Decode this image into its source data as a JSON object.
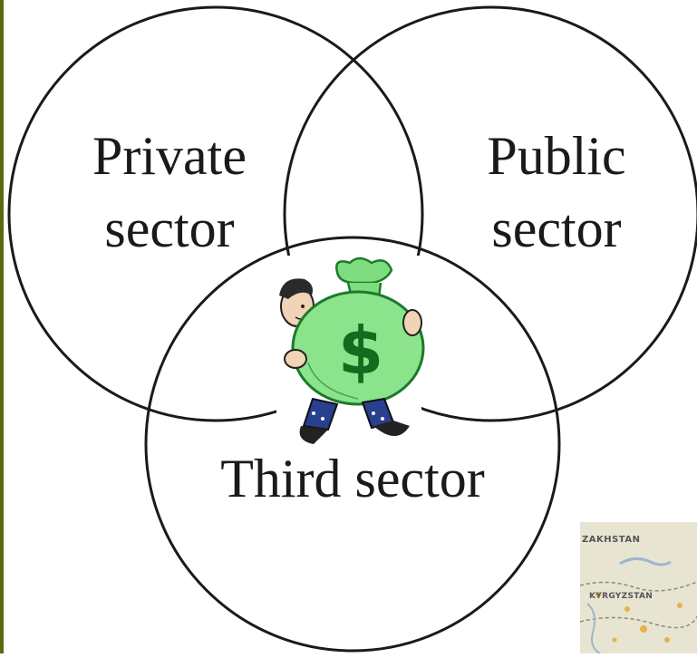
{
  "venn": {
    "sets": [
      {
        "id": "private",
        "label_line1": "Private",
        "label_line2": "sector"
      },
      {
        "id": "public",
        "label_line1": "Public",
        "label_line2": "sector"
      },
      {
        "id": "third",
        "label_line1": "Third sector"
      }
    ]
  },
  "illustration": {
    "subject": "man-carrying-money-bag",
    "symbol": "$",
    "colors": {
      "bag": "#7fdc7f",
      "bag_outline": "#1c7a2a",
      "pants": "#2a3f8f",
      "skin": "#f1d3b5"
    }
  },
  "map_thumbnail": {
    "labels": [
      "ZAKHSTAN",
      "KYRGYZSTAN"
    ],
    "colors": {
      "land": "#e8e4d2",
      "border": "#8a8a7a",
      "water": "#9bb7c9",
      "dots": "#e6b14a"
    }
  },
  "colors": {
    "circle_stroke": "#1a1a1a",
    "background": "#ffffff",
    "left_edge": "#5a6a12"
  }
}
